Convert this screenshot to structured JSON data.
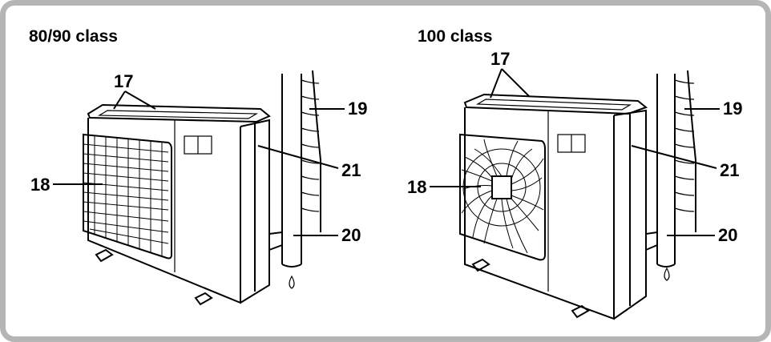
{
  "panels": [
    {
      "title": "80/90 class",
      "callouts": {
        "c17": "17",
        "c18": "18",
        "c19": "19",
        "c20": "20",
        "c21": "21"
      }
    },
    {
      "title": "100 class",
      "callouts": {
        "c17": "17",
        "c18": "18",
        "c19": "19",
        "c20": "20",
        "c21": "21"
      }
    }
  ],
  "colors": {
    "frame": "#b5b5b5",
    "line": "#000000",
    "background": "#ffffff"
  }
}
